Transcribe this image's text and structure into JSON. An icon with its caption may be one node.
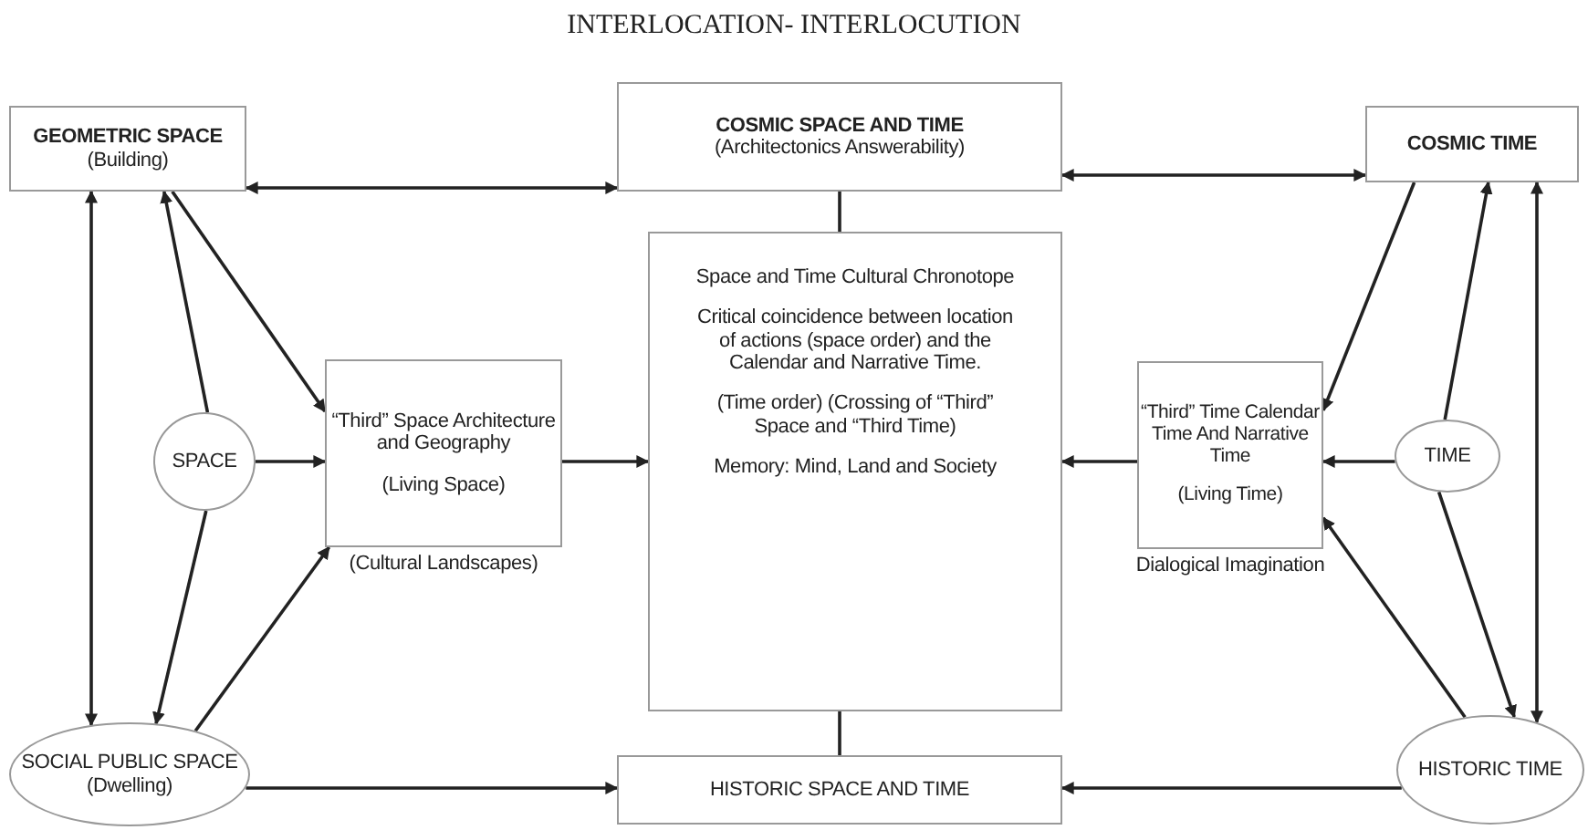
{
  "diagram": {
    "title": "INTERLOCATION- INTERLOCUTION",
    "nodes": [
      {
        "text": [
          "GEOMETRIC SPACE",
          "(Building)"
        ]
      },
      {
        "text": [
          "COSMIC SPACE AND TIME",
          "(Architectonics Answerability)"
        ]
      },
      {
        "text": [
          "COSMIC TIME"
        ]
      },
      {
        "text": [
          "SPACE"
        ]
      },
      {
        "text": [
          "“Third” Space Architecture and Geography",
          "(Living Space)"
        ],
        "beside": [
          "(Cultural Landscapes)"
        ]
      },
      {
        "text": [
          "Space and Time Cultural Chronotope",
          "Critical coincidence between location of actions (space order) and the Calendar and Narrative Time.",
          "(Time order) (Crossing of “Third” Space and “Third Time)",
          "Memory: Mind, Land and Society"
        ]
      },
      {
        "text": [
          "“Third” Time Calendar Time And Narrative Time",
          "(Living Time)"
        ],
        "beside": [
          "Dialogical Imagination"
        ]
      },
      {
        "text": [
          "TIME"
        ]
      },
      {
        "text": [
          "SOCIAL PUBLIC SPACE (Dwelling)"
        ]
      },
      {
        "text": [
          "HISTORIC SPACE AND TIME"
        ]
      },
      {
        "text": [
          "HISTORIC TIME"
        ]
      }
    ],
    "edges": [
      {
        "from": 0,
        "to": 1,
        "arrow": "both"
      },
      {
        "from": 1,
        "to": 5,
        "arrow": "none"
      },
      {
        "from": 1,
        "to": 2,
        "arrow": "both"
      },
      {
        "from": 0,
        "to": 8,
        "arrow": "both"
      },
      {
        "from": 3,
        "to": 0,
        "arrow": "to"
      },
      {
        "from": 0,
        "to": 4,
        "arrow": "to"
      },
      {
        "from": 3,
        "to": 4,
        "arrow": "to"
      },
      {
        "from": 3,
        "to": 8,
        "arrow": "to"
      },
      {
        "from": 8,
        "to": 4,
        "arrow": "to"
      },
      {
        "from": 4,
        "to": 5,
        "arrow": "to"
      },
      {
        "from": 6,
        "to": 5,
        "arrow": "to"
      },
      {
        "from": 7,
        "to": 6,
        "arrow": "to"
      },
      {
        "from": 2,
        "to": 6,
        "arrow": "to"
      },
      {
        "from": 7,
        "to": 2,
        "arrow": "to"
      },
      {
        "from": 2,
        "to": 10,
        "arrow": "both"
      },
      {
        "from": 7,
        "to": 10,
        "arrow": "to"
      },
      {
        "from": 10,
        "to": 6,
        "arrow": "to"
      },
      {
        "from": 5,
        "to": 9,
        "arrow": "none"
      },
      {
        "from": 8,
        "to": 9,
        "arrow": "to"
      },
      {
        "from": 10,
        "to": 9,
        "arrow": "to"
      }
    ]
  }
}
